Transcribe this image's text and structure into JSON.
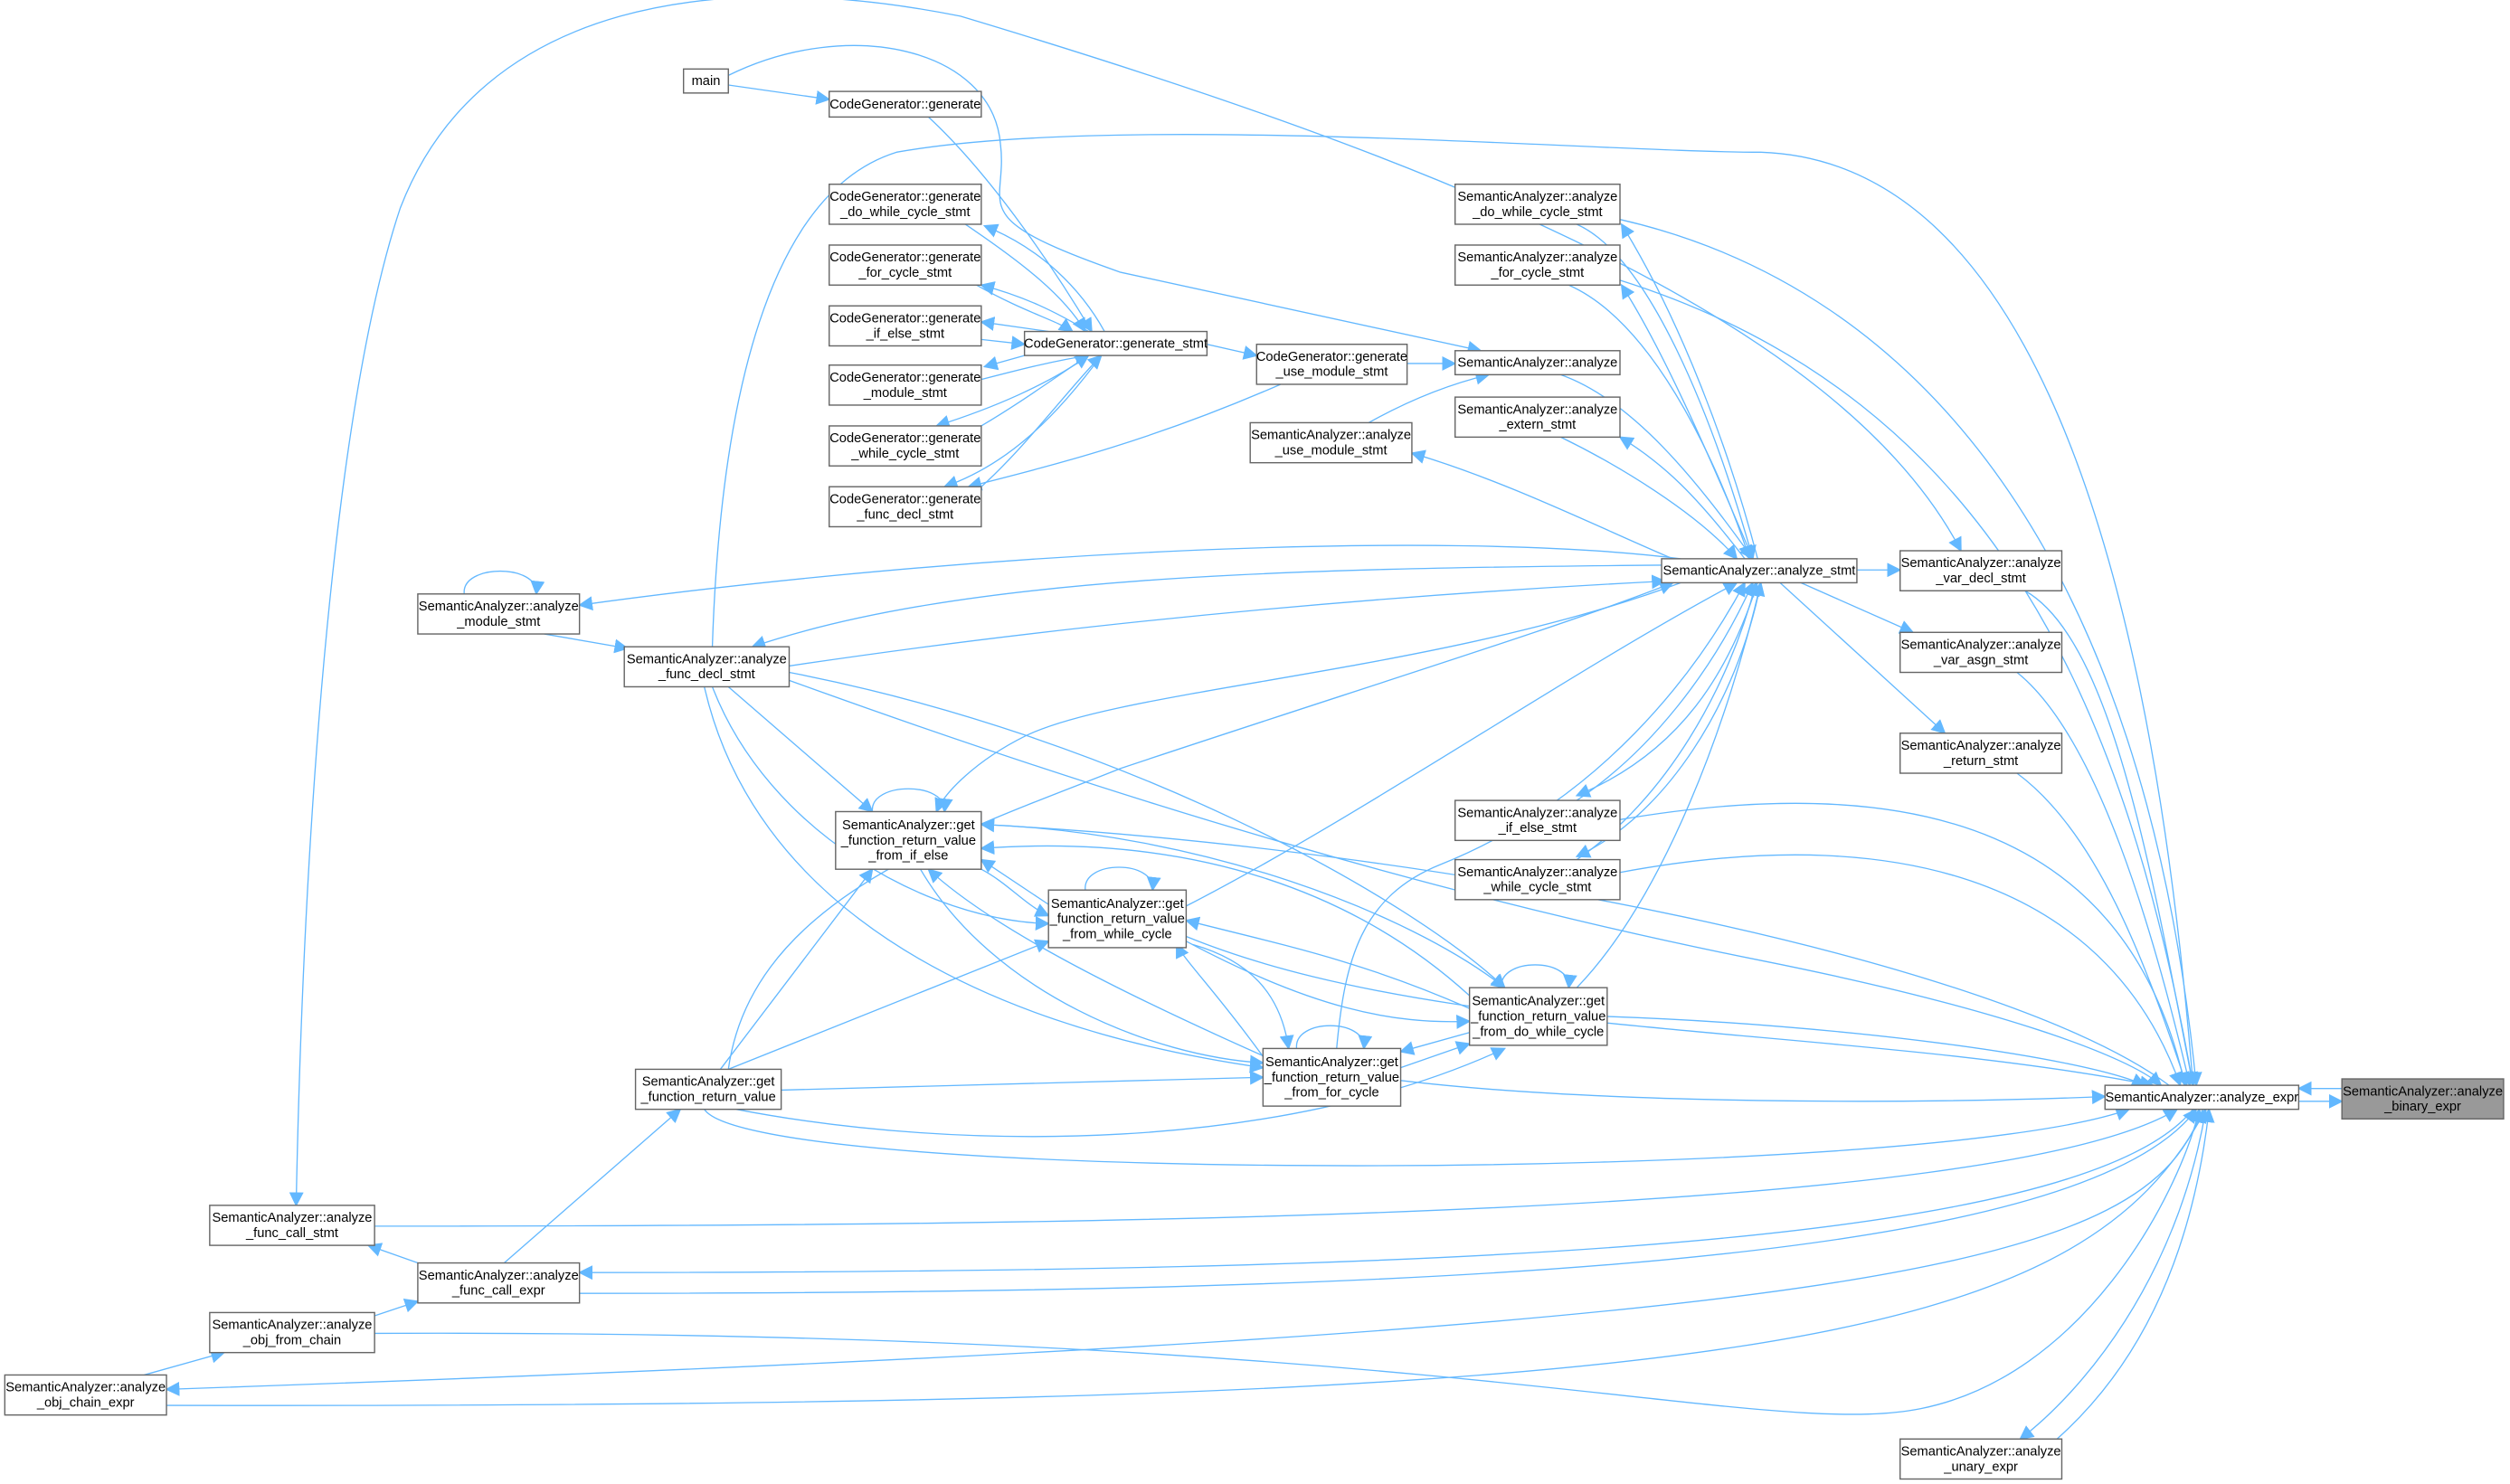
{
  "title": "SemanticAnalyzer::analyze_binary_expr caller graph",
  "colors": {
    "edge": "#63b8ff",
    "node_border": "#666666",
    "current_node_fill": "#999999"
  },
  "nodes": {
    "main": [
      "main"
    ],
    "cg_generate": [
      "CodeGenerator::generate"
    ],
    "cg_do_while": [
      "CodeGenerator::generate",
      "_do_while_cycle_stmt"
    ],
    "cg_for": [
      "CodeGenerator::generate",
      "_for_cycle_stmt"
    ],
    "cg_if_else": [
      "CodeGenerator::generate",
      "_if_else_stmt"
    ],
    "cg_module": [
      "CodeGenerator::generate",
      "_module_stmt"
    ],
    "cg_while": [
      "CodeGenerator::generate",
      "_while_cycle_stmt"
    ],
    "cg_func_decl": [
      "CodeGenerator::generate",
      "_func_decl_stmt"
    ],
    "cg_generate_stmt": [
      "CodeGenerator::generate_stmt"
    ],
    "cg_use_module": [
      "CodeGenerator::generate",
      "_use_module_stmt"
    ],
    "sa_analyze": [
      "SemanticAnalyzer::analyze"
    ],
    "sa_use_module": [
      "SemanticAnalyzer::analyze",
      "_use_module_stmt"
    ],
    "sa_do_while_stmt": [
      "SemanticAnalyzer::analyze",
      "_do_while_cycle_stmt"
    ],
    "sa_for_stmt": [
      "SemanticAnalyzer::analyze",
      "_for_cycle_stmt"
    ],
    "sa_extern_stmt": [
      "SemanticAnalyzer::analyze",
      "_extern_stmt"
    ],
    "sa_analyze_stmt": [
      "SemanticAnalyzer::analyze_stmt"
    ],
    "sa_var_decl": [
      "SemanticAnalyzer::analyze",
      "_var_decl_stmt"
    ],
    "sa_var_asgn": [
      "SemanticAnalyzer::analyze",
      "_var_asgn_stmt"
    ],
    "sa_return": [
      "SemanticAnalyzer::analyze",
      "_return_stmt"
    ],
    "sa_if_else_stmt": [
      "SemanticAnalyzer::analyze",
      "_if_else_stmt"
    ],
    "sa_while_stmt": [
      "SemanticAnalyzer::analyze",
      "_while_cycle_stmt"
    ],
    "sa_module_stmt": [
      "SemanticAnalyzer::analyze",
      "_module_stmt"
    ],
    "sa_func_decl": [
      "SemanticAnalyzer::analyze",
      "_func_decl_stmt"
    ],
    "sa_rv_if_else": [
      "SemanticAnalyzer::get",
      "_function_return_value",
      "_from_if_else"
    ],
    "sa_rv_while": [
      "SemanticAnalyzer::get",
      "_function_return_value",
      "_from_while_cycle"
    ],
    "sa_rv_do_while": [
      "SemanticAnalyzer::get",
      "_function_return_value",
      "_from_do_while_cycle"
    ],
    "sa_rv_for": [
      "SemanticAnalyzer::get",
      "_function_return_value",
      "_from_for_cycle"
    ],
    "sa_rv": [
      "SemanticAnalyzer::get",
      "_function_return_value"
    ],
    "sa_expr": [
      "SemanticAnalyzer::analyze_expr"
    ],
    "sa_binary": [
      "SemanticAnalyzer::analyze",
      "_binary_expr"
    ],
    "sa_func_call_stmt": [
      "SemanticAnalyzer::analyze",
      "_func_call_stmt"
    ],
    "sa_func_call_expr": [
      "SemanticAnalyzer::analyze",
      "_func_call_expr"
    ],
    "sa_obj_from_chain": [
      "SemanticAnalyzer::analyze",
      "_obj_from_chain"
    ],
    "sa_obj_chain_expr": [
      "SemanticAnalyzer::analyze",
      "_obj_chain_expr"
    ],
    "sa_unary": [
      "SemanticAnalyzer::analyze",
      "_unary_expr"
    ]
  }
}
